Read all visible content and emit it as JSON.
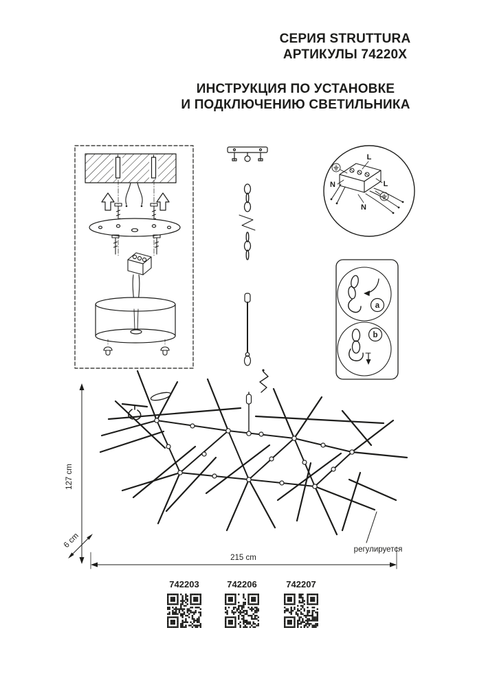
{
  "header": {
    "series_line1": "СЕРИЯ STRUTTURA",
    "series_line2": "АРТИКУЛЫ 74220X",
    "instruction_line1": "ИНСТРУКЦИЯ ПО УСТАНОВКЕ",
    "instruction_line2": "И ПОДКЛЮЧЕНИЮ СВЕТИЛЬНИКА"
  },
  "terminal_detail": {
    "label_l_top": "L",
    "label_n_left": "N",
    "label_l_right": "L",
    "label_n_mid": "N"
  },
  "hook_detail": {
    "label_a": "a",
    "label_b": "b"
  },
  "dimensions": {
    "height": "127 cm",
    "depth": "6 cm",
    "width": "215 cm",
    "adjustable_note": "регулируется"
  },
  "qr": {
    "items": [
      {
        "label": "742203"
      },
      {
        "label": "742206"
      },
      {
        "label": "742207"
      }
    ]
  },
  "colors": {
    "ink": "#1d1d1b",
    "background": "#ffffff"
  }
}
